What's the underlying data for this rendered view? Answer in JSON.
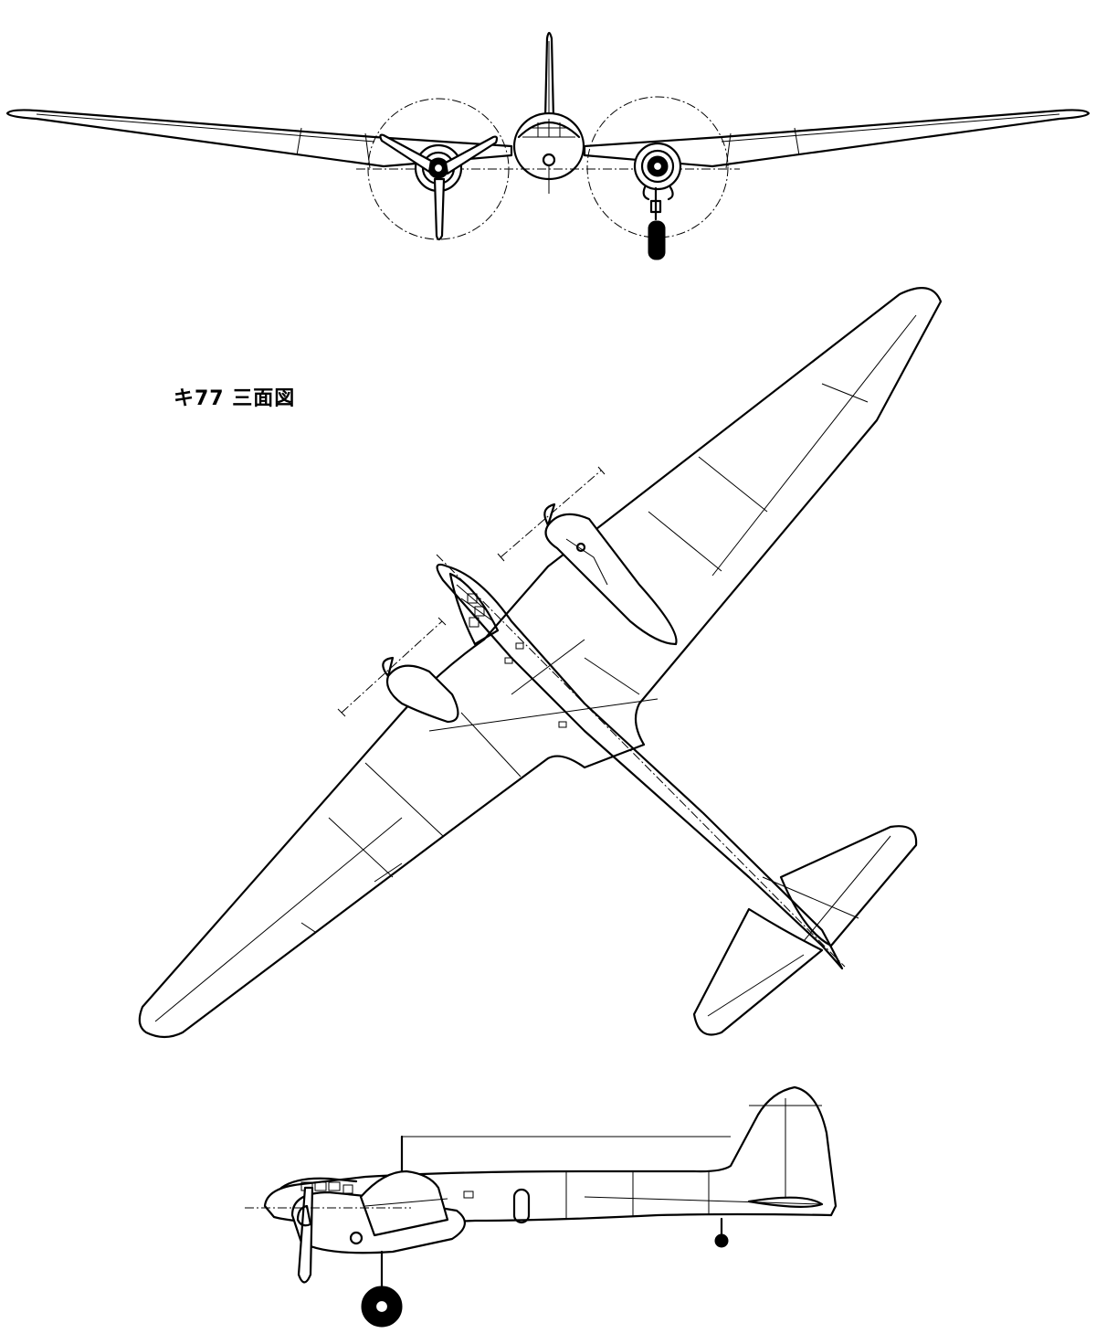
{
  "title": "キ77 三面図",
  "views": [
    "front-view",
    "top-view",
    "side-view"
  ]
}
